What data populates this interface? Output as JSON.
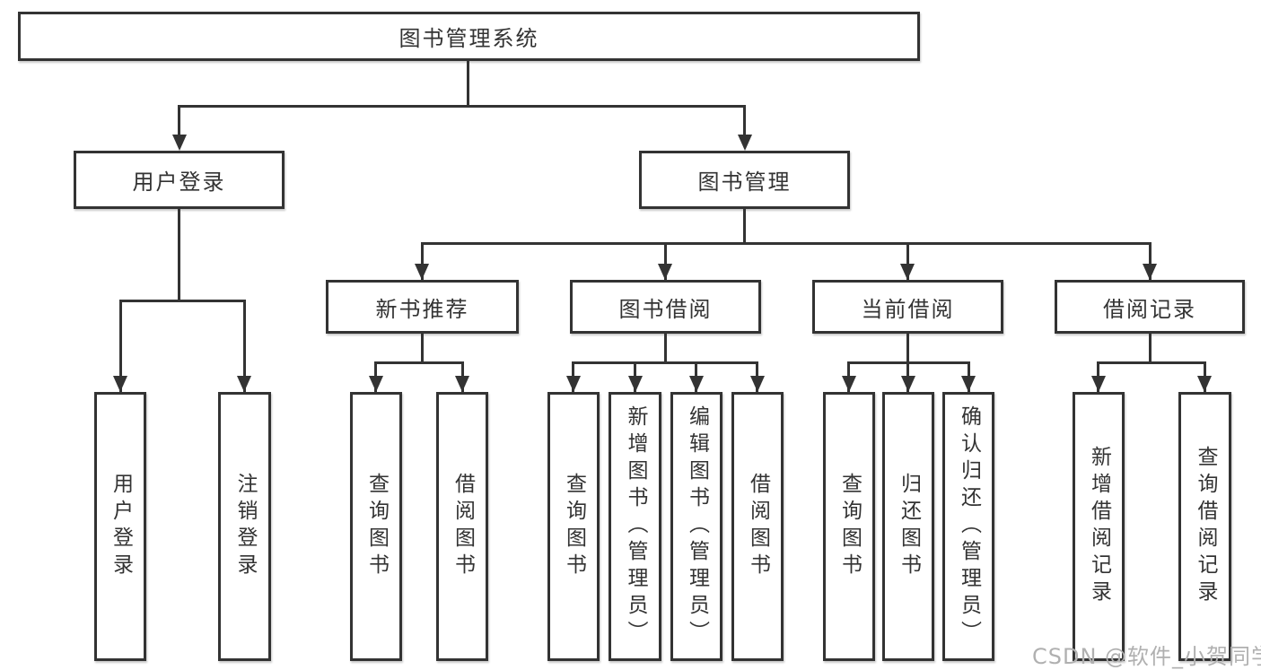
{
  "nodes": {
    "root": {
      "label": "图书管理系统"
    },
    "level2": [
      {
        "label": "用户登录"
      },
      {
        "label": "图书管理"
      }
    ],
    "level3": [
      {
        "label": "新书推荐",
        "parent": "图书管理"
      },
      {
        "label": "图书借阅",
        "parent": "图书管理"
      },
      {
        "label": "当前借阅",
        "parent": "图书管理"
      },
      {
        "label": "借阅记录",
        "parent": "图书管理"
      }
    ],
    "leaves": [
      {
        "label": "用户登录",
        "parent": "用户登录"
      },
      {
        "label": "注销登录",
        "parent": "用户登录"
      },
      {
        "label": "查询图书",
        "parent": "新书推荐"
      },
      {
        "label": "借阅图书",
        "parent": "新书推荐"
      },
      {
        "label": "查询图书",
        "parent": "图书借阅"
      },
      {
        "label": "新增图书（管理员）",
        "parent": "图书借阅"
      },
      {
        "label": "编辑图书（管理员）",
        "parent": "图书借阅"
      },
      {
        "label": "借阅图书",
        "parent": "图书借阅"
      },
      {
        "label": "查询图书",
        "parent": "当前借阅"
      },
      {
        "label": "归还图书",
        "parent": "当前借阅"
      },
      {
        "label": "确认归还（管理员）",
        "parent": "当前借阅"
      },
      {
        "label": "新增借阅记录",
        "parent": "借阅记录"
      },
      {
        "label": "查询借阅记录",
        "parent": "借阅记录"
      }
    ]
  },
  "watermark": "CSDN @软件_小贺同学",
  "colors": {
    "line": "#333333",
    "text": "#333333",
    "box_bg": "#ffffff",
    "bg": "#ffffff",
    "wm": "#b0b0b0"
  }
}
